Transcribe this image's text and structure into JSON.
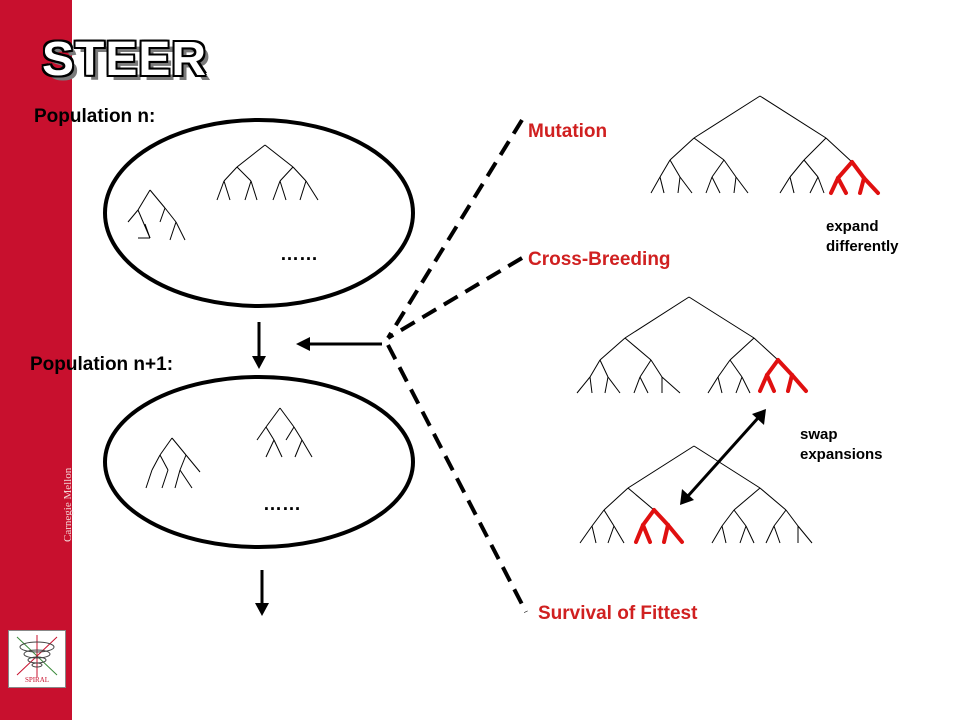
{
  "title": "STEER",
  "sidebar": {
    "org": "Carnegie Mellon",
    "logo_text": "SPIRAL"
  },
  "labels": {
    "population_n": "Population n:",
    "population_n1": "Population n+1:",
    "ellipsis_top": "……",
    "ellipsis_bottom": "……"
  },
  "operations": {
    "mutation": "Mutation",
    "cross_breeding": "Cross-Breeding",
    "survival": "Survival of Fittest"
  },
  "annotations": {
    "mutation_note": [
      "expand",
      "differently"
    ],
    "cross_note": [
      "swap",
      "expansions"
    ]
  },
  "colors": {
    "accent": "#c8102e",
    "operation_text": "#d02020",
    "highlight": "#e01010"
  },
  "icons": [
    "down-arrow-icon",
    "left-arrow-icon",
    "double-arrow-icon"
  ]
}
